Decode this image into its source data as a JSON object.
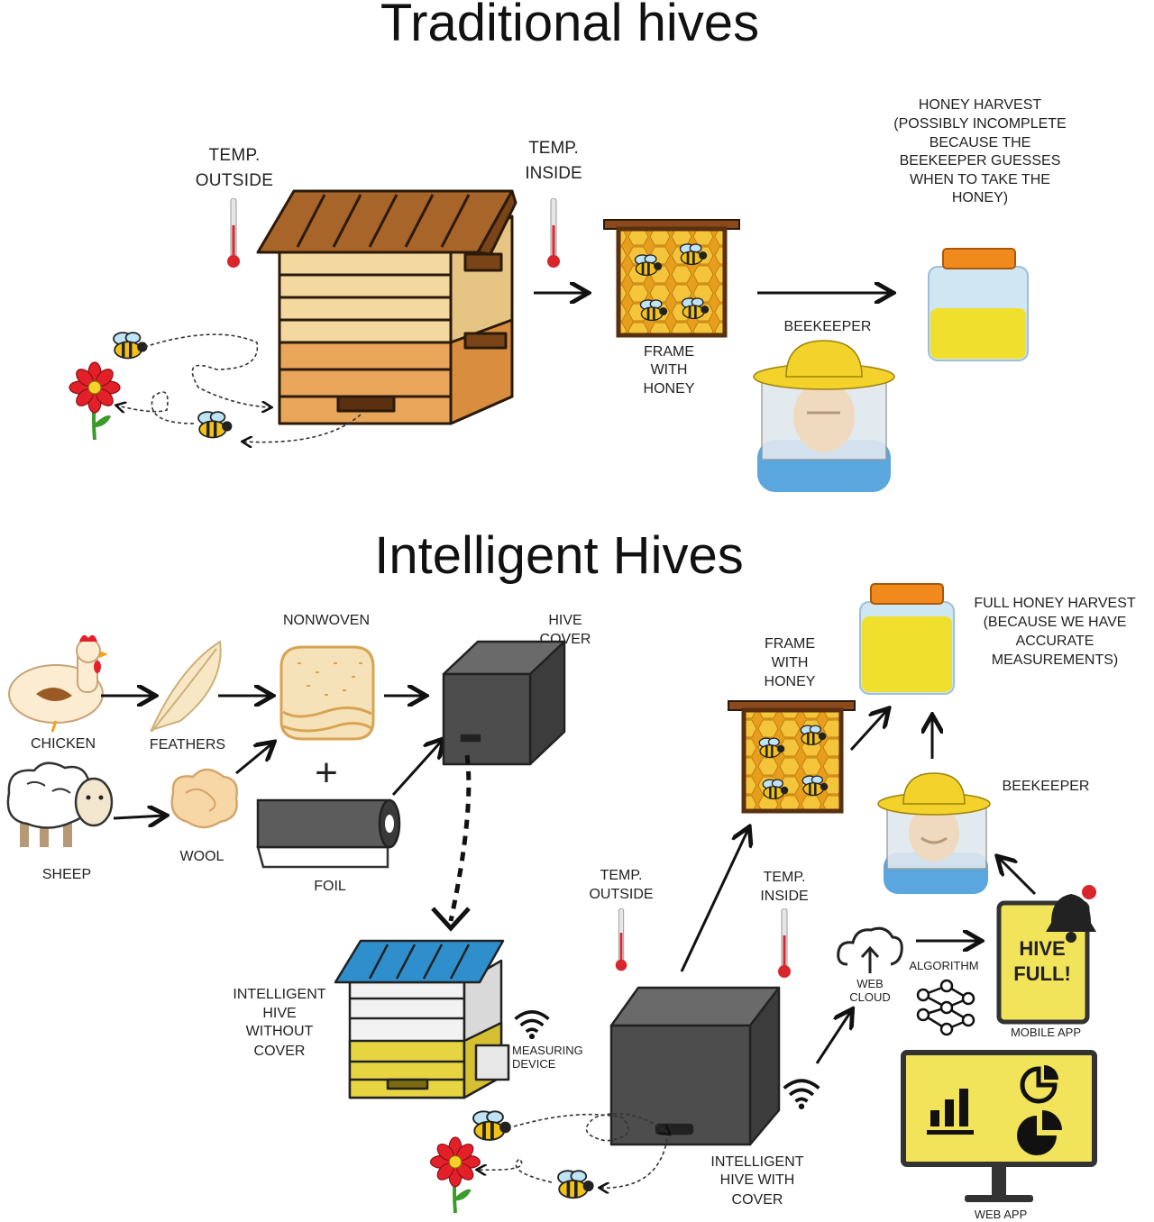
{
  "titles": {
    "traditional": "Traditional hives",
    "intelligent": "Intelligent Hives"
  },
  "traditional": {
    "temp_outside": [
      "TEMP.",
      "OUTSIDE"
    ],
    "temp_inside": [
      "TEMP.",
      "INSIDE"
    ],
    "frame": [
      "FRAME",
      "WITH",
      "HONEY"
    ],
    "beekeeper": "BEEKEEPER",
    "harvest": [
      "HONEY HARVEST",
      "(POSSIBLY INCOMPLETE",
      "BECAUSE THE",
      "BEEKEEPER GUESSES",
      "WHEN TO TAKE THE",
      "HONEY)"
    ]
  },
  "intelligent": {
    "chicken": "CHICKEN",
    "feathers": "FEATHERS",
    "sheep": "SHEEP",
    "wool": "WOOL",
    "nonwoven": "NONWOVEN",
    "foil": "FOIL",
    "plus": "+",
    "hive_cover": [
      "HIVE",
      "COVER"
    ],
    "hive_without_cover": [
      "INTELLIGENT",
      "HIVE",
      "WITHOUT",
      "COVER"
    ],
    "measuring_device": [
      "MEASURING",
      "DEVICE"
    ],
    "temp_outside": [
      "TEMP.",
      "OUTSIDE"
    ],
    "temp_inside": [
      "TEMP.",
      "INSIDE"
    ],
    "hive_with_cover": [
      "INTELLIGENT",
      "HIVE WITH",
      "COVER"
    ],
    "frame": [
      "FRAME",
      "WITH",
      "HONEY"
    ],
    "harvest": [
      "FULL HONEY HARVEST",
      "(BECAUSE WE HAVE",
      "ACCURATE",
      "MEASUREMENTS)"
    ],
    "beekeeper": "BEEKEEPER",
    "web_cloud": [
      "WEB",
      "CLOUD"
    ],
    "algorithm": "ALGORITHM",
    "hive_full": [
      "HIVE",
      "FULL!"
    ],
    "mobile_app": "MOBILE APP",
    "web_app": "WEB APP"
  },
  "colors": {
    "roof_brown": "#a7652a",
    "hive_light": "#f3d9a0",
    "hive_orange": "#e9a55a",
    "roof_blue": "#2f8fcd",
    "hive_yellow": "#e6d441",
    "honey_yellow": "#f0df2c",
    "cover_gray": "#4d4d4d",
    "app_yellow": "#f1e35a",
    "shirt_blue": "#5aa6de",
    "hat_yellow": "#f3d22c",
    "thermo_red": "#d8262d"
  }
}
